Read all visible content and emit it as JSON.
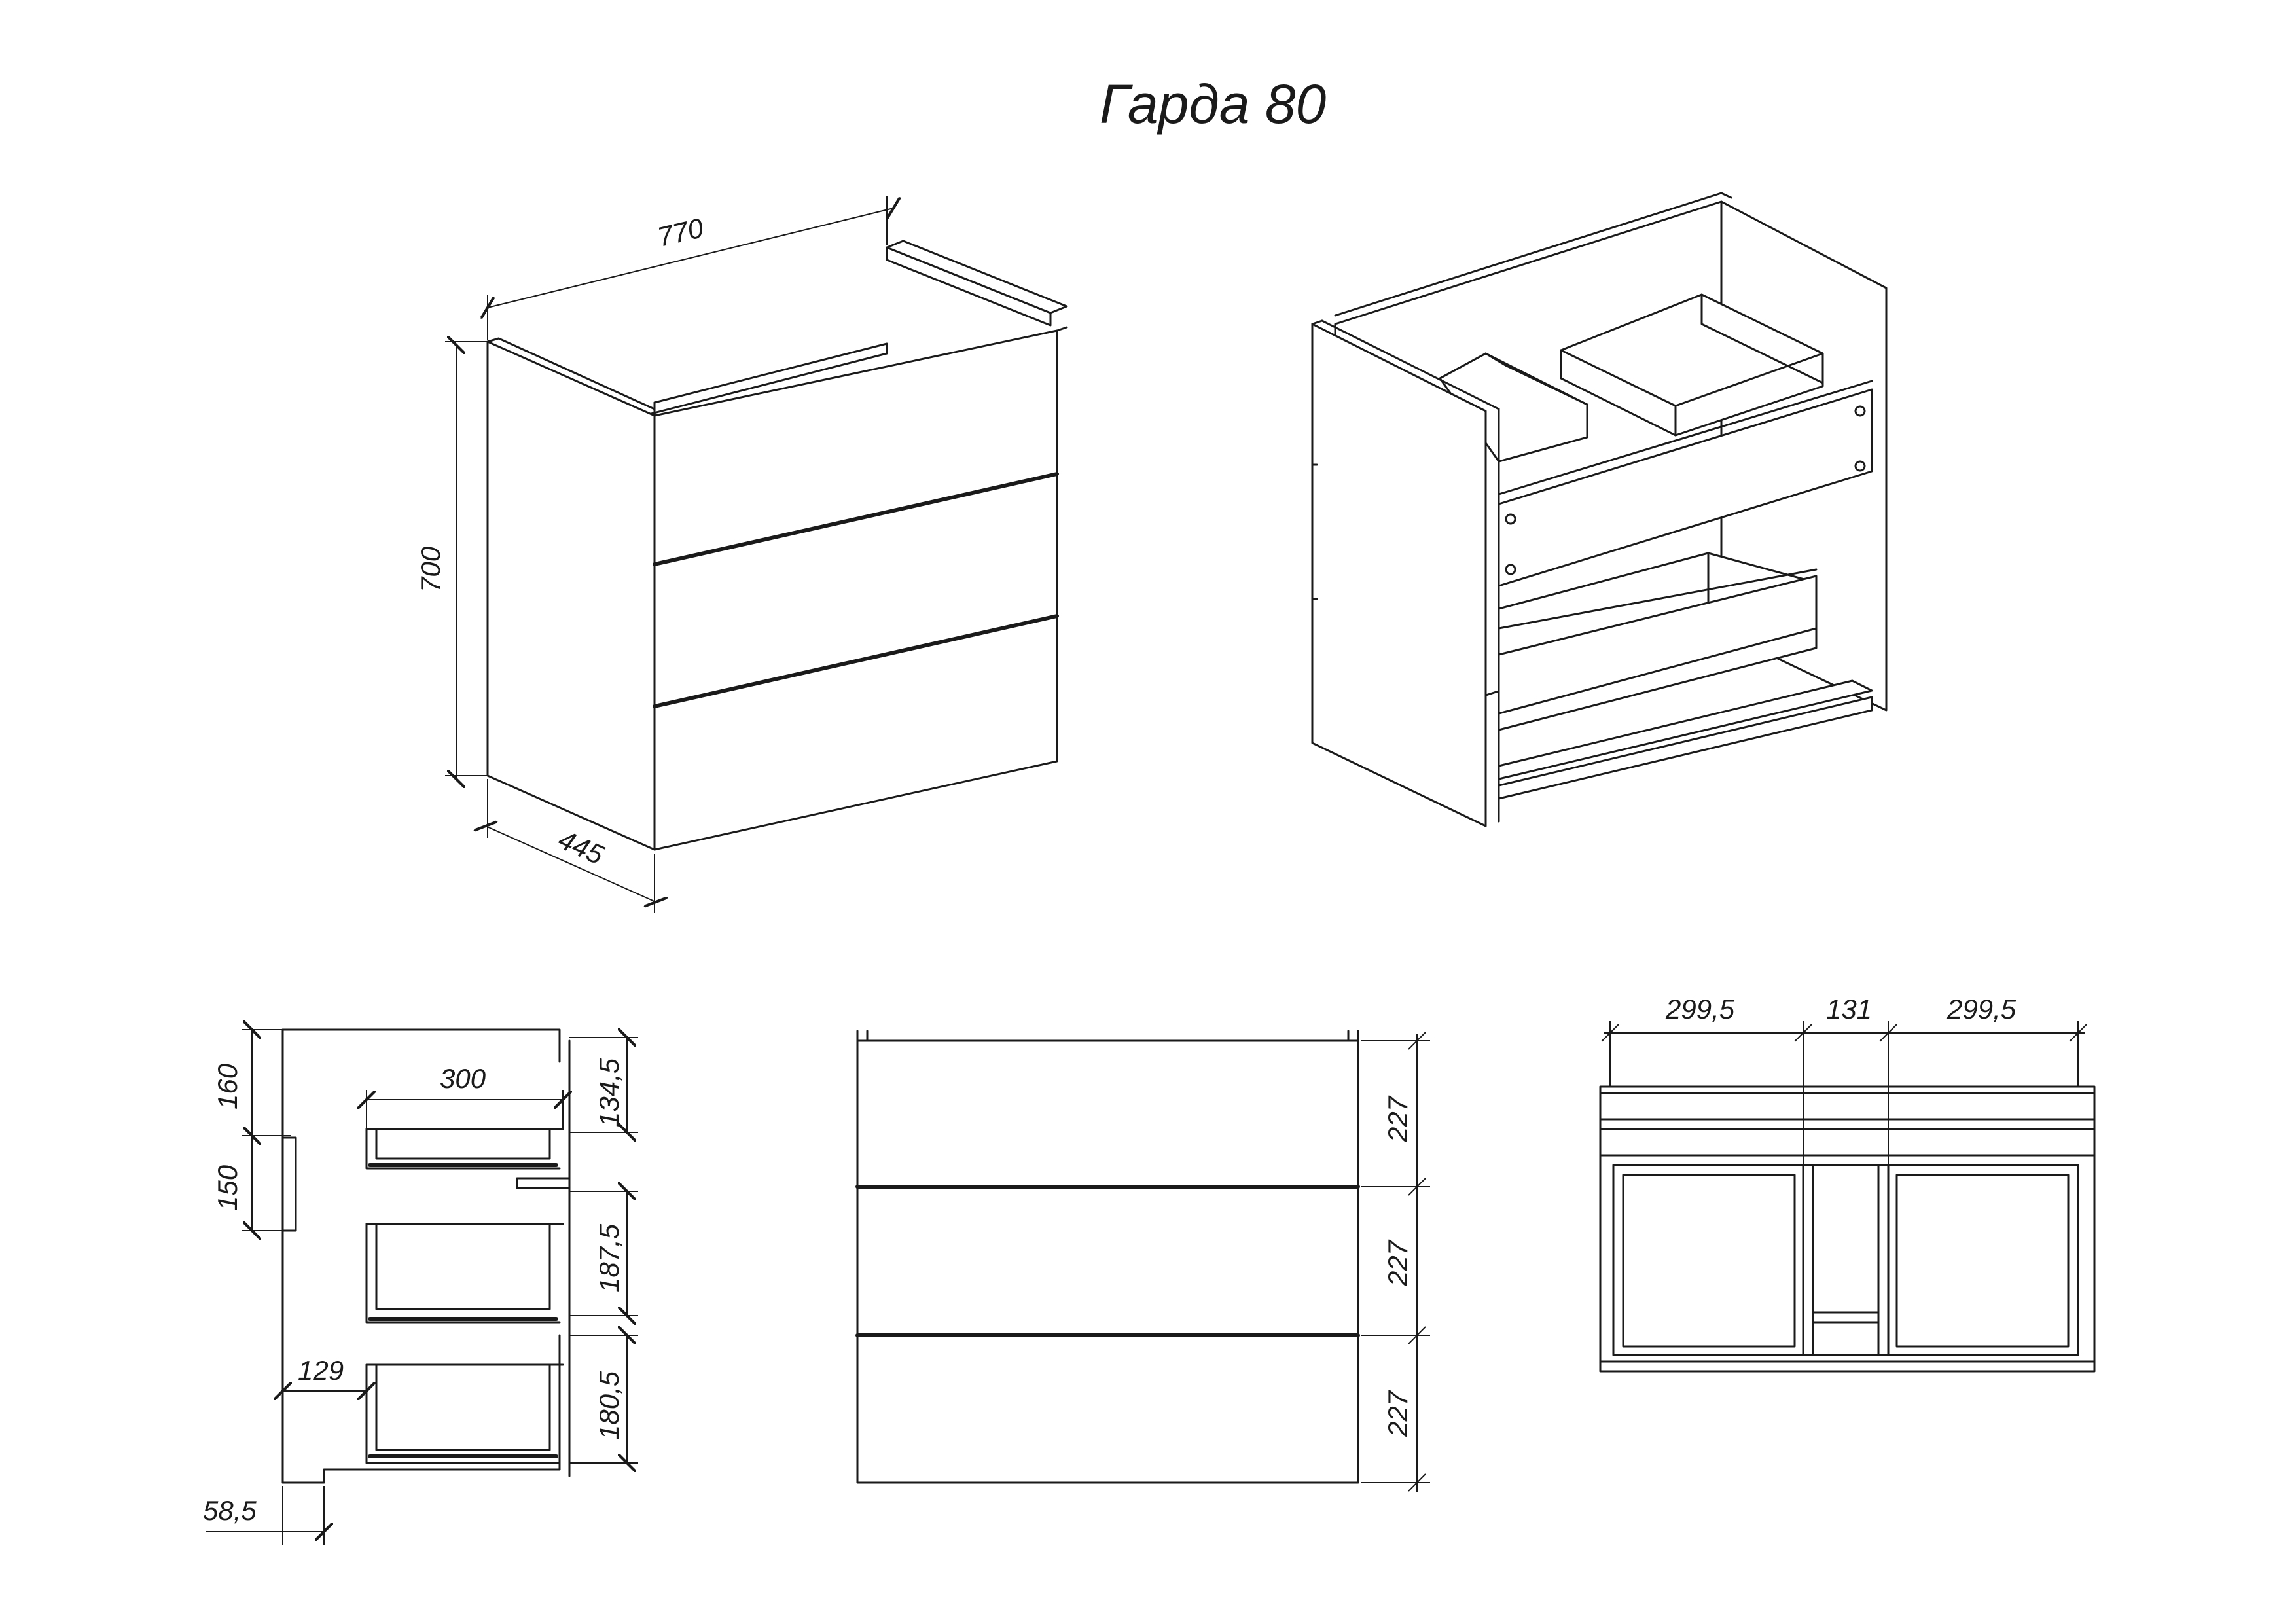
{
  "title": "Гарда 80",
  "iso_view": {
    "width_label": "770",
    "height_label": "700",
    "depth_label": "445"
  },
  "side_view": {
    "drawer_depth_label": "300",
    "top_offset_label": "160",
    "handle_height_label": "150",
    "inner_offset_label": "129",
    "bottom_offset_label": "58,5",
    "drawer1_height_label": "134,5",
    "drawer2_height_label": "187,5",
    "drawer3_height_label": "180,5"
  },
  "front_view": {
    "drawer_labels": [
      "227",
      "227",
      "227"
    ]
  },
  "top_view": {
    "widths": [
      "299,5",
      "131",
      "299,5"
    ]
  }
}
